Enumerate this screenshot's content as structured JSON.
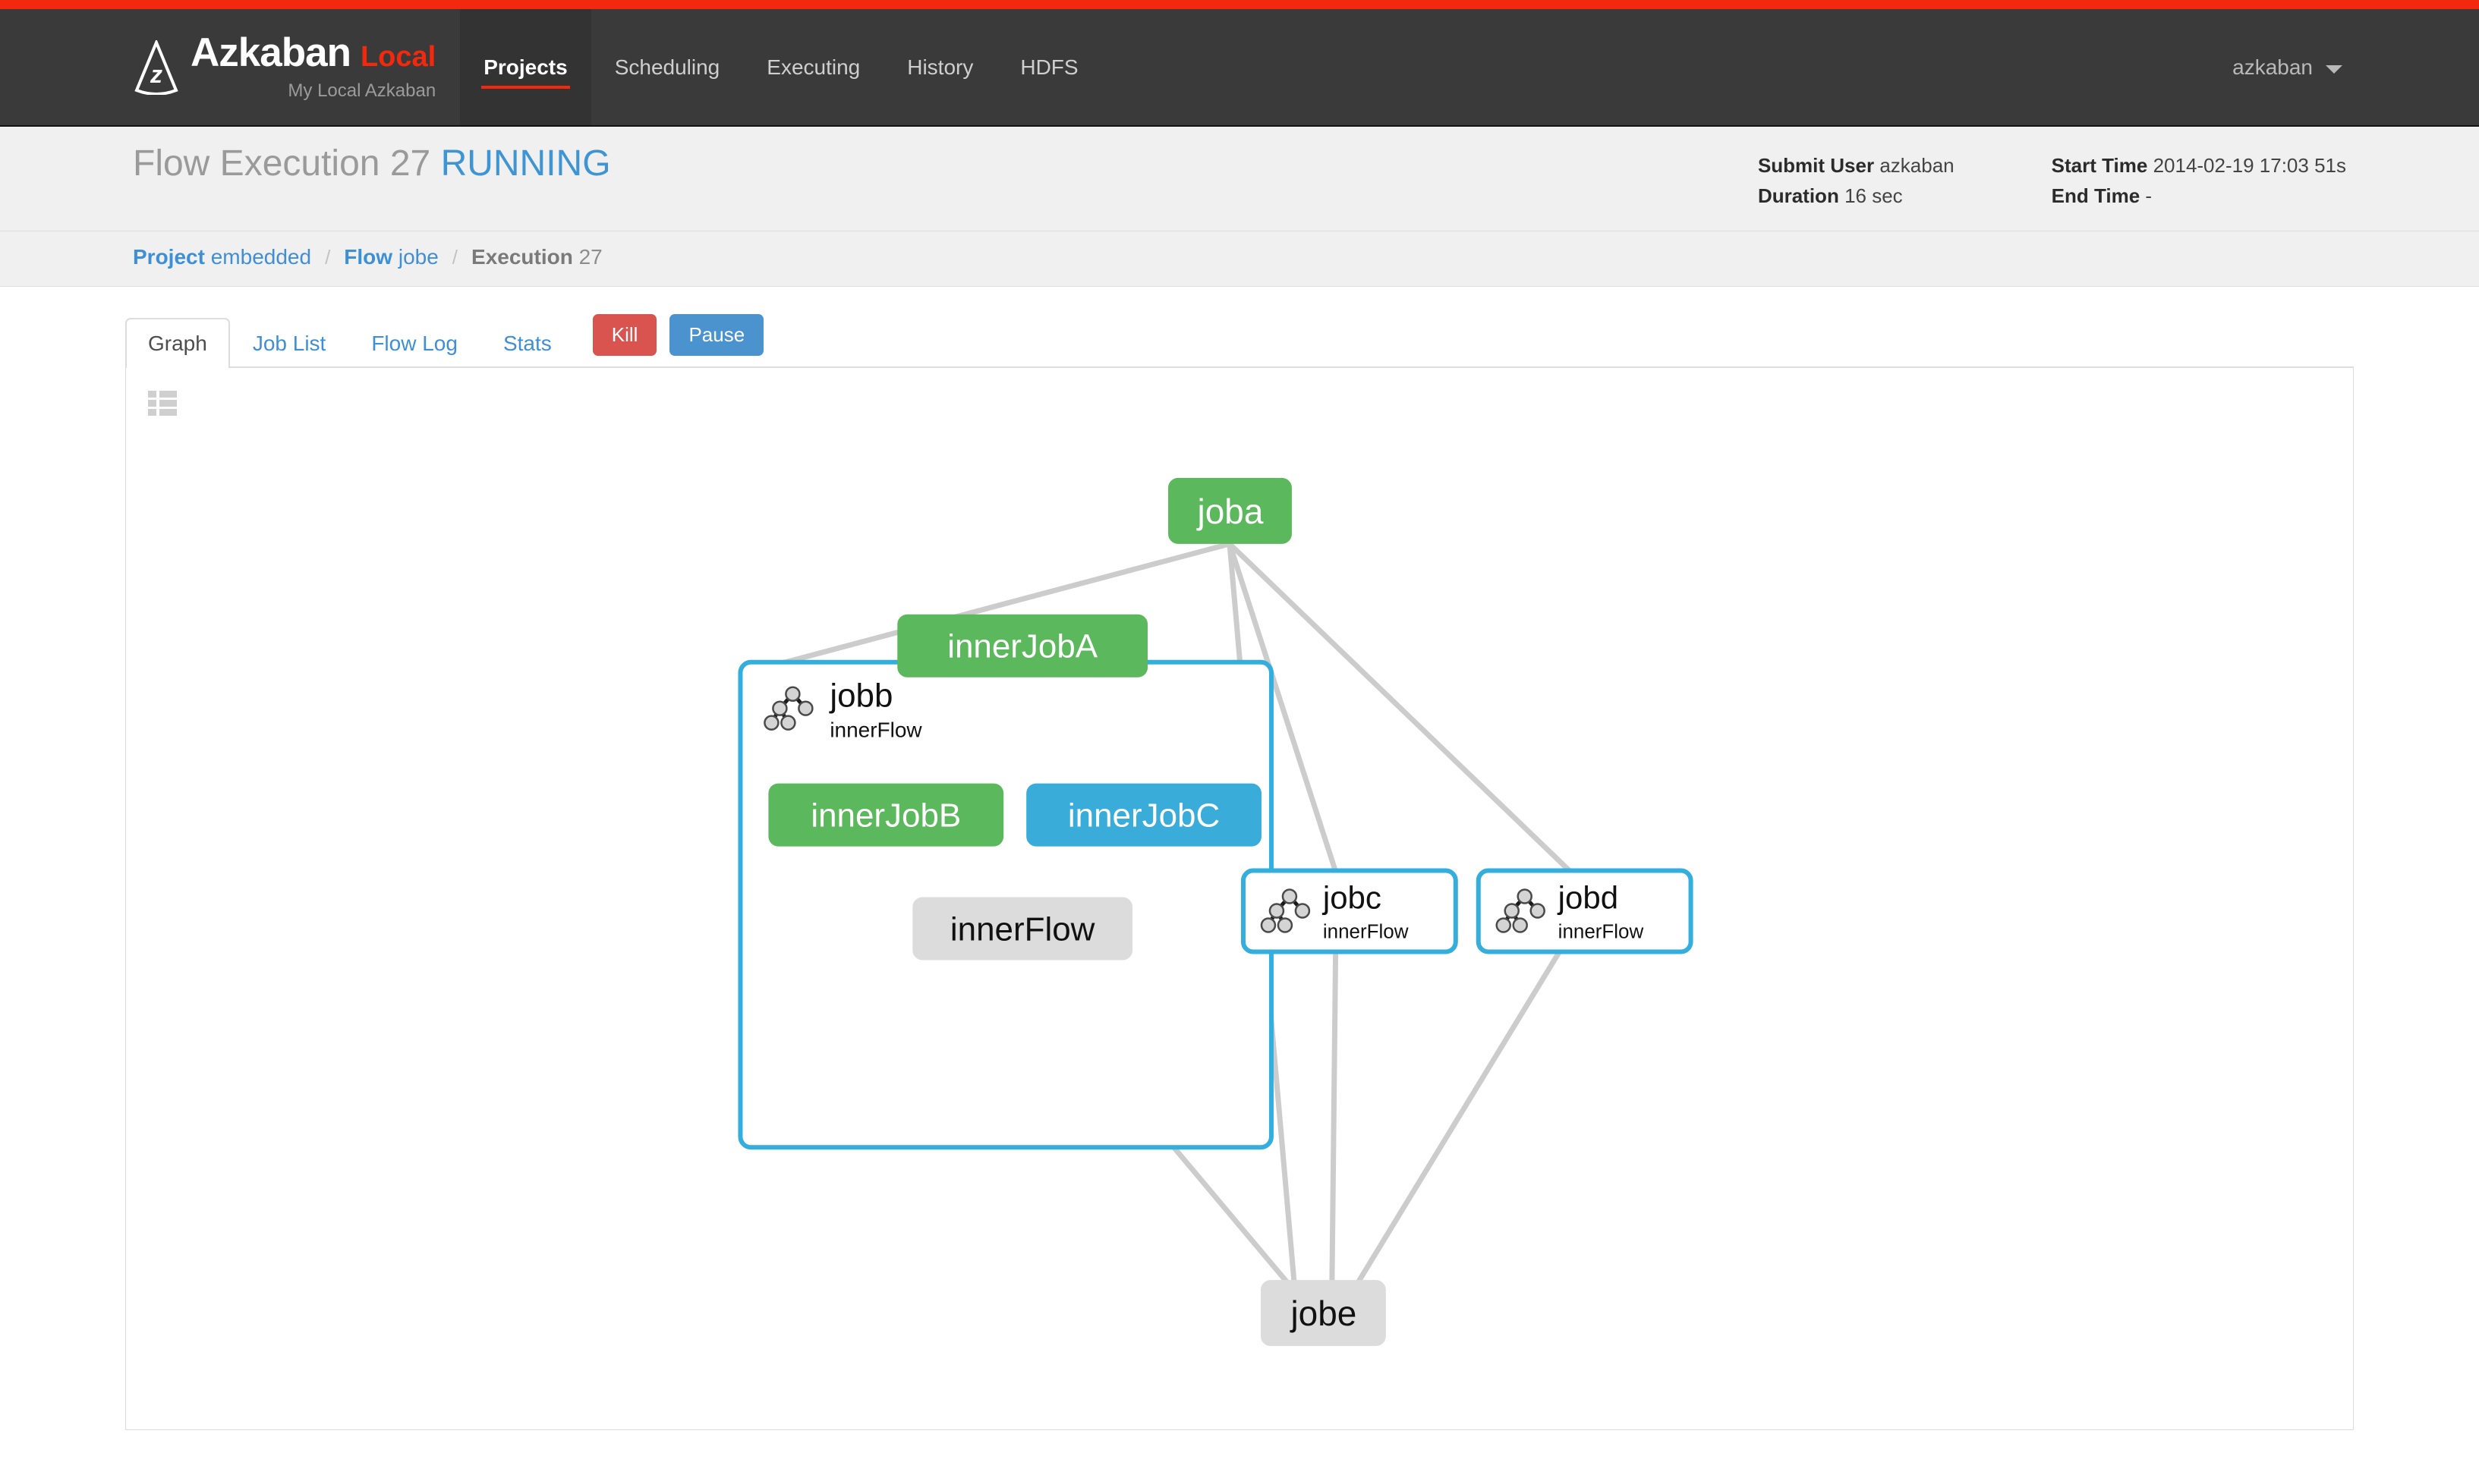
{
  "brand": {
    "name": "Azkaban",
    "suffix": "Local",
    "tagline": "My Local Azkaban",
    "logo_icon": "azkaban-logo-icon"
  },
  "nav": {
    "items": [
      {
        "label": "Projects",
        "active": true
      },
      {
        "label": "Scheduling",
        "active": false
      },
      {
        "label": "Executing",
        "active": false
      },
      {
        "label": "History",
        "active": false
      },
      {
        "label": "HDFS",
        "active": false
      }
    ],
    "user": "azkaban",
    "caret_icon": "chevron-down-icon"
  },
  "header": {
    "title_prefix": "Flow Execution",
    "execution_id": "27",
    "status": "RUNNING",
    "meta": {
      "submit_user_label": "Submit User",
      "submit_user_value": "azkaban",
      "duration_label": "Duration",
      "duration_value": "16 sec",
      "start_time_label": "Start Time",
      "start_time_value": "2014-02-19 17:03 51s",
      "end_time_label": "End Time",
      "end_time_value": "-"
    }
  },
  "breadcrumb": [
    {
      "bold": "Project",
      "text": "embedded",
      "current": false
    },
    {
      "bold": "Flow",
      "text": "jobe",
      "current": false
    },
    {
      "bold": "Execution",
      "text": "27",
      "current": true
    }
  ],
  "breadcrumb_separator": "/",
  "tabs": [
    {
      "label": "Graph",
      "active": true
    },
    {
      "label": "Job List",
      "active": false
    },
    {
      "label": "Flow Log",
      "active": false
    },
    {
      "label": "Stats",
      "active": false
    }
  ],
  "actions": {
    "kill_label": "Kill",
    "kill_color": "#d9534f",
    "pause_label": "Pause",
    "pause_color": "#4a93cf"
  },
  "panel": {
    "menu_icon": "list-menu-icon"
  },
  "graph": {
    "colors": {
      "succeeded": "#5cb85c",
      "running": "#3aacd9",
      "ready": "#dcdcdc",
      "edge": "#cccccc",
      "flow_border": "#33aedd"
    },
    "nodes": [
      {
        "id": "joba",
        "label": "joba",
        "type": "job",
        "state": "succeeded"
      },
      {
        "id": "jobb",
        "label": "jobb",
        "sublabel": "innerFlow",
        "type": "flow-expanded",
        "state": "running",
        "icon": "flow-tree-icon"
      },
      {
        "id": "innerJobA",
        "label": "innerJobA",
        "type": "job",
        "state": "succeeded"
      },
      {
        "id": "innerJobB",
        "label": "innerJobB",
        "type": "job",
        "state": "succeeded"
      },
      {
        "id": "innerJobC",
        "label": "innerJobC",
        "type": "job",
        "state": "running"
      },
      {
        "id": "innerFlow",
        "label": "innerFlow",
        "type": "job",
        "state": "ready"
      },
      {
        "id": "jobc",
        "label": "jobc",
        "sublabel": "innerFlow",
        "type": "flow-collapsed",
        "state": "running",
        "icon": "flow-tree-icon"
      },
      {
        "id": "jobd",
        "label": "jobd",
        "sublabel": "innerFlow",
        "type": "flow-collapsed",
        "state": "running",
        "icon": "flow-tree-icon"
      },
      {
        "id": "jobe",
        "label": "jobe",
        "type": "job",
        "state": "ready"
      }
    ],
    "edges": [
      {
        "from": "joba",
        "to": "jobb"
      },
      {
        "from": "joba",
        "to": "jobc"
      },
      {
        "from": "joba",
        "to": "jobd"
      },
      {
        "from": "joba",
        "to": "jobe"
      },
      {
        "from": "innerJobA",
        "to": "innerJobB"
      },
      {
        "from": "innerJobA",
        "to": "innerJobC"
      },
      {
        "from": "innerJobB",
        "to": "innerFlow"
      },
      {
        "from": "innerJobC",
        "to": "innerFlow"
      },
      {
        "from": "jobb",
        "to": "jobe"
      },
      {
        "from": "jobc",
        "to": "jobe"
      },
      {
        "from": "jobd",
        "to": "jobe"
      }
    ]
  }
}
